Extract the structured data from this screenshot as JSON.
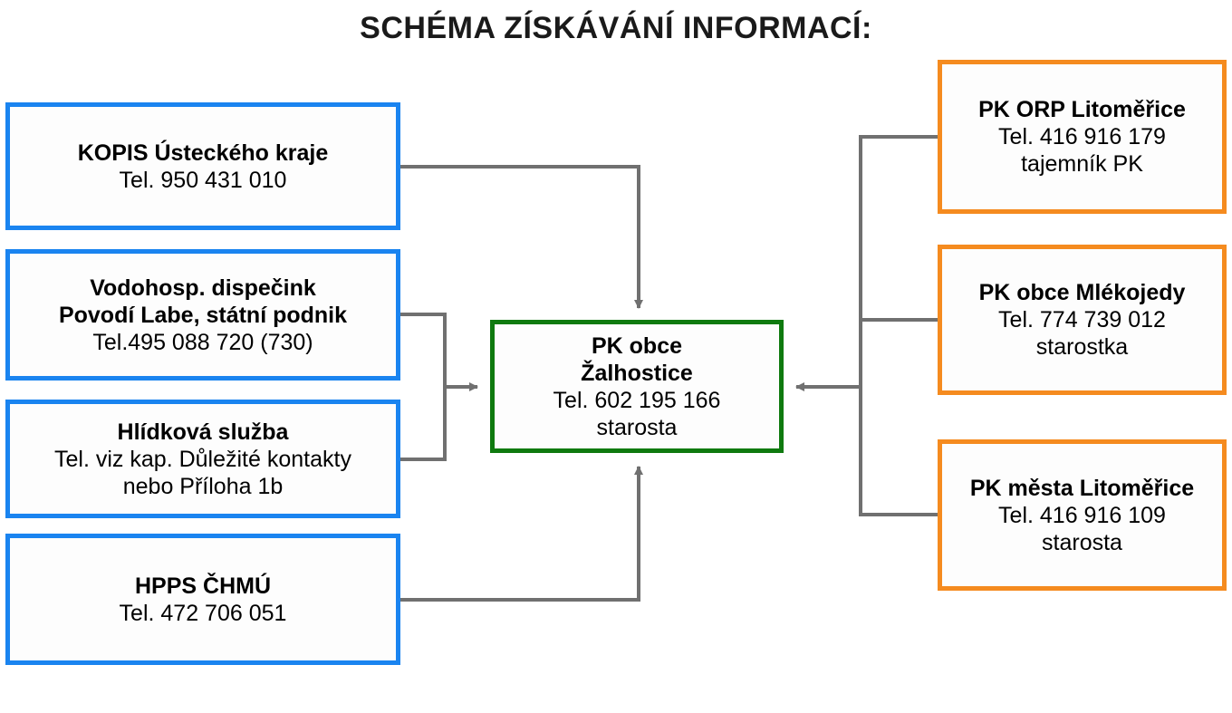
{
  "title": "SCHÉMA ZÍSKÁVÁNÍ INFORMACÍ:",
  "center": {
    "lines_bold": [
      "PK obce",
      "Žalhostice"
    ],
    "lines": [
      "Tel. 602 195 166",
      "starosta"
    ]
  },
  "left": [
    {
      "lines_bold": [
        "KOPIS Ústeckého kraje"
      ],
      "lines": [
        "Tel. 950 431 010"
      ]
    },
    {
      "lines_bold": [
        "Vodohosp. dispečink",
        "Povodí Labe, státní podnik"
      ],
      "lines": [
        "Tel.495 088 720 (730)"
      ]
    },
    {
      "lines_bold": [
        "Hlídková služba"
      ],
      "lines": [
        "Tel. viz kap. Důležité kontakty",
        "nebo Příloha 1b"
      ]
    },
    {
      "lines_bold": [
        "HPPS ČHMÚ"
      ],
      "lines": [
        "Tel. 472 706 051"
      ]
    }
  ],
  "right": [
    {
      "lines_bold": [
        "PK ORP Litoměřice"
      ],
      "lines": [
        "Tel. 416 916 179",
        "tajemník PK"
      ]
    },
    {
      "lines_bold": [
        "PK obce Mlékojedy"
      ],
      "lines": [
        "Tel. 774 739 012",
        "starostka"
      ]
    },
    {
      "lines_bold": [
        "PK města Litoměřice"
      ],
      "lines": [
        "Tel. 416 916 109",
        "starosta"
      ]
    }
  ],
  "colors": {
    "left_border": "#1a84f0",
    "right_border": "#f58b1f",
    "center_border": "#0f7a0f",
    "connector": "#707070"
  }
}
